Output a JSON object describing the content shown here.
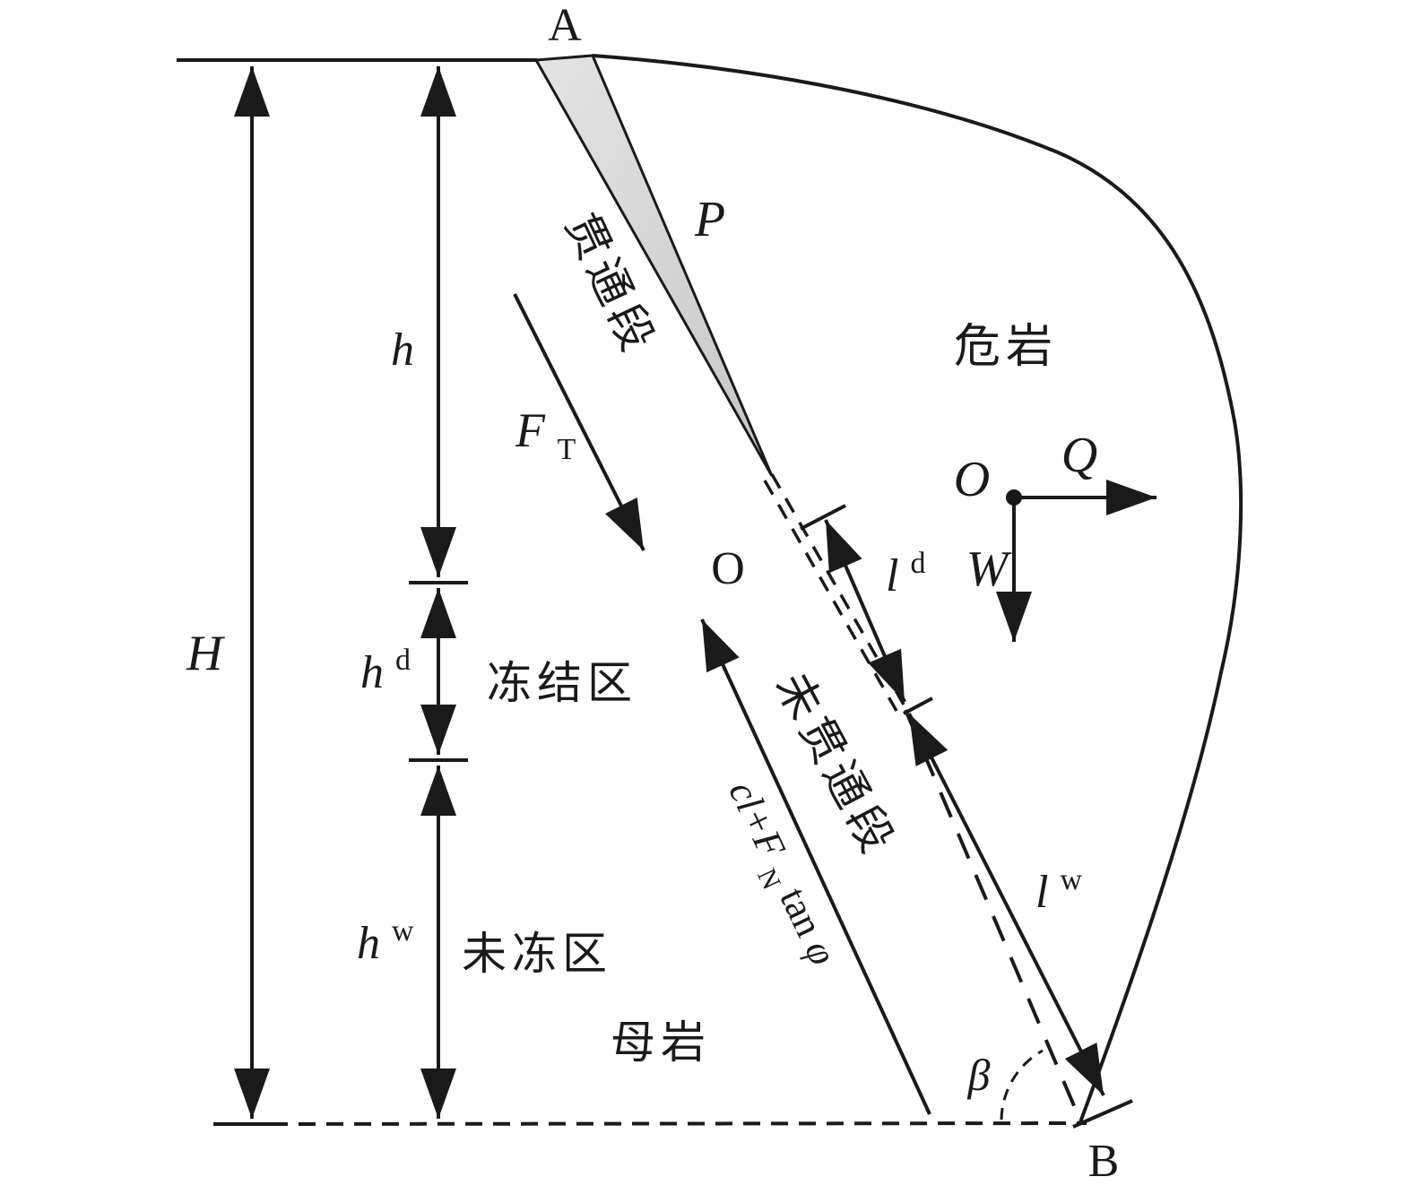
{
  "diagram": {
    "points": {
      "a": "A",
      "b": "B"
    },
    "labels": {
      "p": "P",
      "o_crack": "O",
      "o_force": "O",
      "q": "Q",
      "w": "W",
      "H": "H",
      "h": "h",
      "h_d": {
        "base": "h",
        "sup": "d"
      },
      "h_w": {
        "base": "h",
        "sup": "w"
      },
      "l_d": {
        "base": "l",
        "sup": "d"
      },
      "l_w": {
        "base": "l",
        "sup": "w"
      },
      "f_t": {
        "base": "F",
        "sub": "T"
      },
      "beta": "β",
      "shear": {
        "p1": "cl+F",
        "sub": "N",
        "p2": " tan ",
        "p3": "φ"
      }
    },
    "zones": {
      "through_segment": "贯通段",
      "unpenetrated_segment": "未贯通段",
      "frozen_zone": "冻结区",
      "unfrozen_zone": "未冻区",
      "parent_rock": "母岩",
      "dangerous_rock": "危岩"
    },
    "colors": {
      "line": "#1a1a1a",
      "wedge_fill_light": "#e2e2e2",
      "wedge_fill_dark": "#c6c6c6",
      "background": "#ffffff"
    }
  }
}
